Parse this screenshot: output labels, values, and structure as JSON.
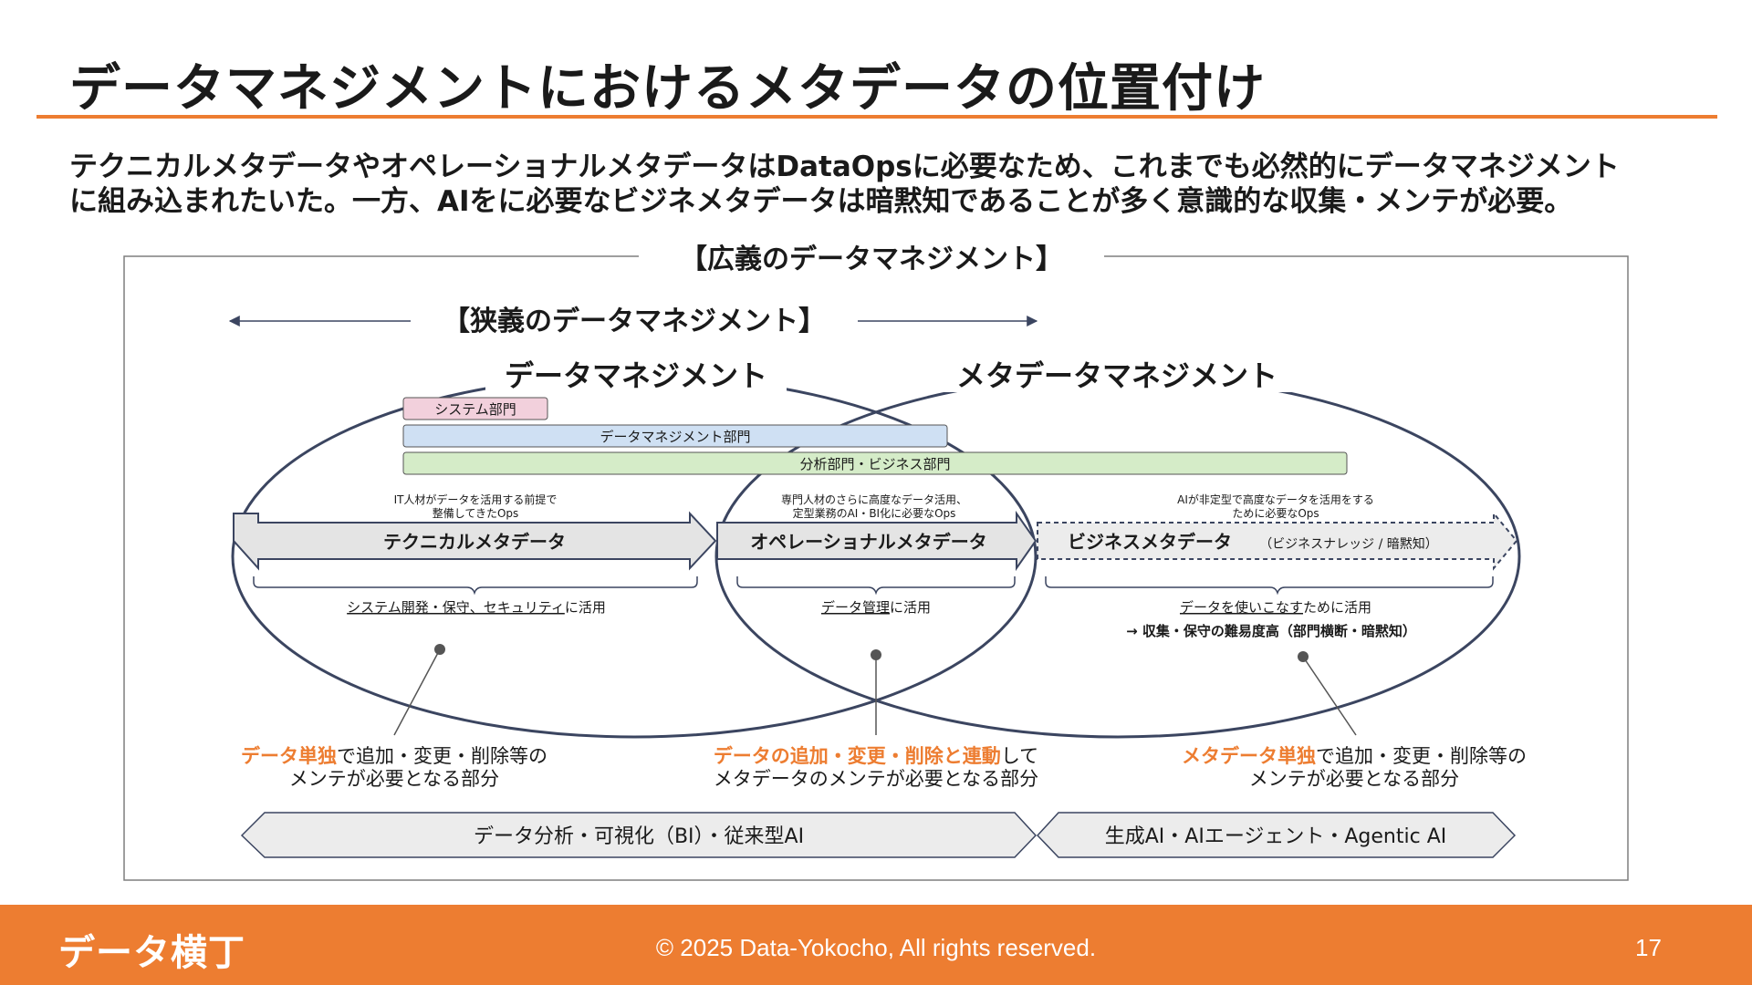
{
  "title": "データマネジメントにおけるメタデータの位置付け",
  "lead": {
    "line1": "テクニカルメタデータやオペレーショナルメタデータはDataOpsに必要なため、これまでも必然的にデータマネジメント",
    "line2": "に組み込まれたいた。一方、AIをに必要なビジネメタデータは暗黙知であることが多く意識的な収集・メンテが必要。"
  },
  "diagram": {
    "broad_label": "【広義のデータマネジメント】",
    "narrow_label": "【狭義のデータマネジメント】",
    "circle_left_label": "データマネジメント",
    "circle_right_label": "メタデータマネジメント",
    "departments": [
      {
        "label": "システム部門",
        "color": "#f2d0dc"
      },
      {
        "label": "データマネジメント部門",
        "color": "#cfe0f3"
      },
      {
        "label": "分析部門・ビジネス部門",
        "color": "#d5ecc8"
      }
    ],
    "arrows": [
      {
        "label": "テクニカルメタデータ",
        "sub": "",
        "note1": "IT人材がデータを活用する前提で",
        "note2": "整備してきたOps"
      },
      {
        "label": "オペレーショナルメタデータ",
        "sub": "",
        "note1": "専門人材のさらに高度なデータ活用、",
        "note2": "定型業務のAI・BI化に必要なOps"
      },
      {
        "label": "ビジネスメタデータ",
        "sub": "（ビジネスナレッジ / 暗黙知）",
        "note1": "AIが非定型で高度なデータを活用をする",
        "note2": "ために必要なOps"
      }
    ],
    "usage": [
      {
        "underlined": "システム開発・保守、セキュリティ",
        "rest": "に活用"
      },
      {
        "underlined": "データ管理",
        "rest": "に活用"
      },
      {
        "underlined": "データを使いこなす",
        "rest": "ために活用"
      }
    ],
    "difficulty_note": "→ 収集・保守の難易度高（部門横断・暗黙知）",
    "callouts": [
      {
        "highlight": "データ単独",
        "rest1": "で追加・変更・削除等の",
        "line2": "メンテが必要となる部分"
      },
      {
        "highlight": "データの追加・変更・削除と連動",
        "rest1": "して",
        "line2": "メタデータのメンテが必要となる部分"
      },
      {
        "highlight": "メタデータ単独",
        "rest1": "で追加・変更・削除等の",
        "line2": "メンテが必要となる部分"
      }
    ],
    "bottom_bars": [
      {
        "label": "データ分析・可視化（BI）・従来型AI"
      },
      {
        "label": "生成AI・AIエージェント・Agentic AI"
      }
    ],
    "colors": {
      "accent": "#ed7d31",
      "outline": "#3b4560",
      "arrow_fill": "#e4e4e4"
    }
  },
  "footer": {
    "logo": "データ横丁",
    "copyright": "© 2025 Data-Yokocho, All rights reserved.",
    "page": "17"
  }
}
